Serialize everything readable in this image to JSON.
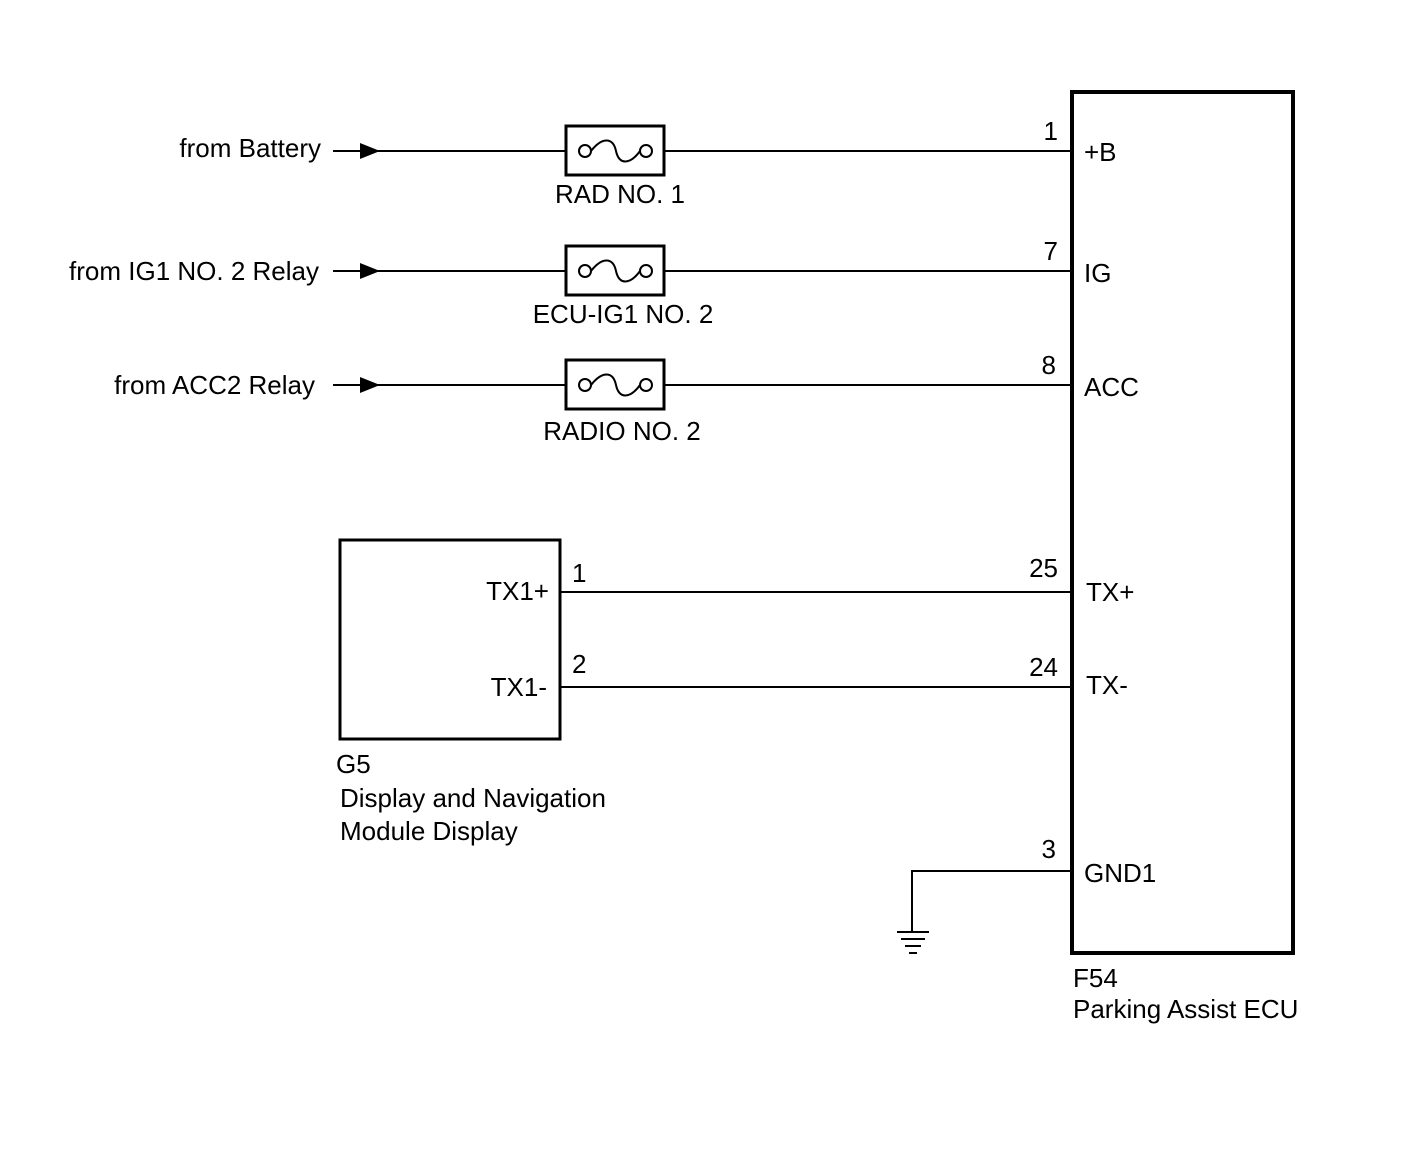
{
  "sources": {
    "battery": "from Battery",
    "ig1_relay": "from IG1 NO. 2 Relay",
    "acc2_relay": "from ACC2 Relay"
  },
  "fuses": {
    "rad1": "RAD NO. 1",
    "ecu_ig1": "ECU-IG1 NO. 2",
    "radio2": "RADIO NO. 2"
  },
  "ecu": {
    "code": "F54",
    "name": "Parking Assist ECU",
    "terminals": {
      "b": {
        "pin": "1",
        "name": "+B"
      },
      "ig": {
        "pin": "7",
        "name": "IG"
      },
      "acc": {
        "pin": "8",
        "name": "ACC"
      },
      "txp": {
        "pin": "25",
        "name": "TX+"
      },
      "txm": {
        "pin": "24",
        "name": "TX-"
      },
      "gnd": {
        "pin": "3",
        "name": "GND1"
      }
    }
  },
  "display": {
    "code": "G5",
    "name_line1": "Display and Navigation",
    "name_line2": "Module Display",
    "terminals": {
      "tx1p": {
        "pin": "1",
        "name": "TX1+"
      },
      "tx1m": {
        "pin": "2",
        "name": "TX1-"
      }
    }
  }
}
